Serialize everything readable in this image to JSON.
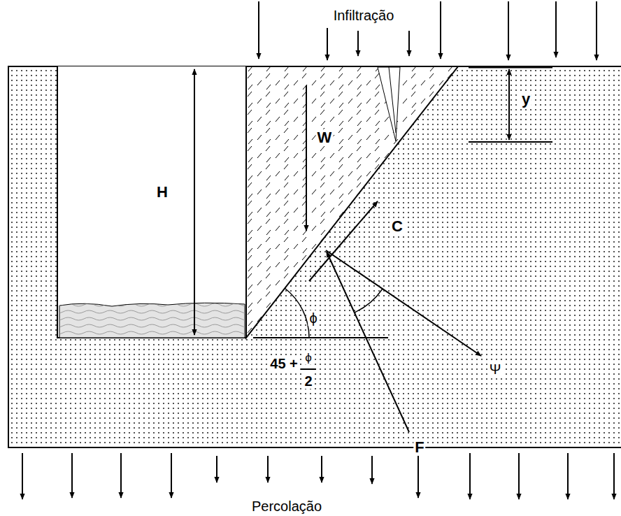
{
  "diagram": {
    "labels": [
      "Infiltração",
      "H",
      "W",
      "y",
      "C",
      "ϕ",
      "45 +",
      "ϕ",
      "2",
      "Ψ",
      "F",
      "Percolação"
    ]
  }
}
